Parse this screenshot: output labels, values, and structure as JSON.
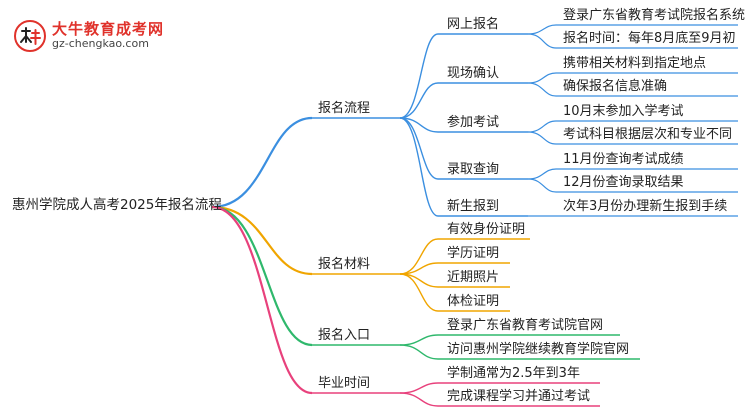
{
  "logo": {
    "title": "大牛教育成考网",
    "url": "gz-chengkao.com"
  },
  "root": "惠州学院成人高考2025年报名流程",
  "colors": {
    "blue": "#3b8fe0",
    "orange": "#f0a500",
    "green": "#2fb86c",
    "pink": "#e8417c",
    "brand_red": "#e0322b"
  },
  "branches": [
    {
      "label": "报名流程",
      "color": "blue",
      "children": [
        {
          "label": "网上报名",
          "children": [
            "登录广东省教育考试院报名系统",
            "报名时间：每年8月底至9月初"
          ]
        },
        {
          "label": "现场确认",
          "children": [
            "携带相关材料到指定地点",
            "确保报名信息准确"
          ]
        },
        {
          "label": "参加考试",
          "children": [
            "10月末参加入学考试",
            "考试科目根据层次和专业不同"
          ]
        },
        {
          "label": "录取查询",
          "children": [
            "11月份查询考试成绩",
            "12月份查询录取结果"
          ]
        },
        {
          "label": "新生报到",
          "children": [
            "次年3月份办理新生报到手续"
          ]
        }
      ]
    },
    {
      "label": "报名材料",
      "color": "orange",
      "children": [
        "有效身份证明",
        "学历证明",
        "近期照片",
        "体检证明"
      ]
    },
    {
      "label": "报名入口",
      "color": "green",
      "children": [
        "登录广东省教育考试院官网",
        "访问惠州学院继续教育学院官网"
      ]
    },
    {
      "label": "毕业时间",
      "color": "pink",
      "children": [
        "学制通常为2.5年到3年",
        "完成课程学习并通过考试"
      ]
    }
  ]
}
